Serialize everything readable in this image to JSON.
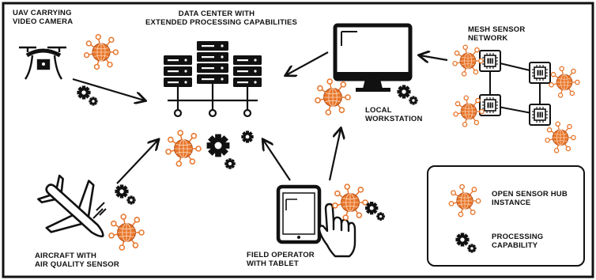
{
  "labels": {
    "uav": [
      "UAV CARRYING",
      "VIDEO CAMERA"
    ],
    "datacenter": [
      "DATA CENTER WITH",
      "EXTENDED PROCESSING CAPABILITIES"
    ],
    "mesh": [
      "MESH SENSOR",
      "NETWORK"
    ],
    "workstation": [
      "LOCAL",
      "WORKSTATION"
    ],
    "aircraft": [
      "AIRCRAFT WITH",
      "AIR QUALITY SENSOR"
    ],
    "operator": [
      "FIELD OPERATOR",
      "WITH TABLET"
    ]
  },
  "legend": {
    "hub": [
      "OPEN SENSOR HUB",
      "INSTANCE"
    ],
    "processing": [
      "PROCESSING",
      "CAPABILITY"
    ]
  },
  "colors": {
    "hub_orange": "#e8762b",
    "hub_dark": "#b8531a",
    "ink": "#111111"
  },
  "icons": [
    "drone-icon",
    "server-rack-icon",
    "monitor-icon",
    "sensor-chip-icon",
    "airplane-icon",
    "tablet-icon",
    "hand-icon",
    "globe-hub-icon",
    "gear-icon"
  ]
}
